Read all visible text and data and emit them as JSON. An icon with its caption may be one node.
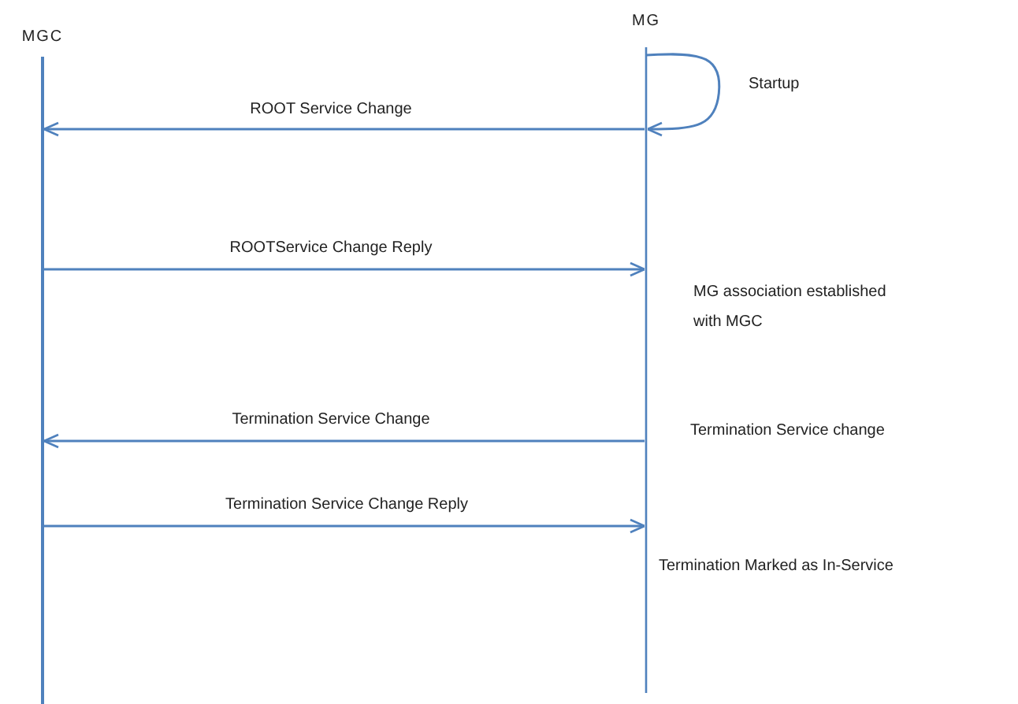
{
  "diagram": {
    "nodes": [
      {
        "text": [
          "MGC"
        ]
      },
      {
        "text": [
          "MG"
        ]
      }
    ],
    "edges": [
      {
        "from": 1,
        "to": 1,
        "label": "Startup",
        "arrow": "to"
      },
      {
        "from": 1,
        "to": 0,
        "label": "ROOT Service Change",
        "arrow": "to"
      },
      {
        "from": 0,
        "to": 1,
        "label": "ROOTService Change Reply",
        "arrow": "to"
      },
      {
        "from": 1,
        "to": 0,
        "label": "Termination Service Change",
        "arrow": "to"
      },
      {
        "from": 0,
        "to": 1,
        "label": "Termination Service Change Reply",
        "arrow": "to"
      }
    ],
    "labels": [
      "MG association established with MGC",
      "Termination Service change",
      "Termination Marked as In-Service"
    ]
  }
}
